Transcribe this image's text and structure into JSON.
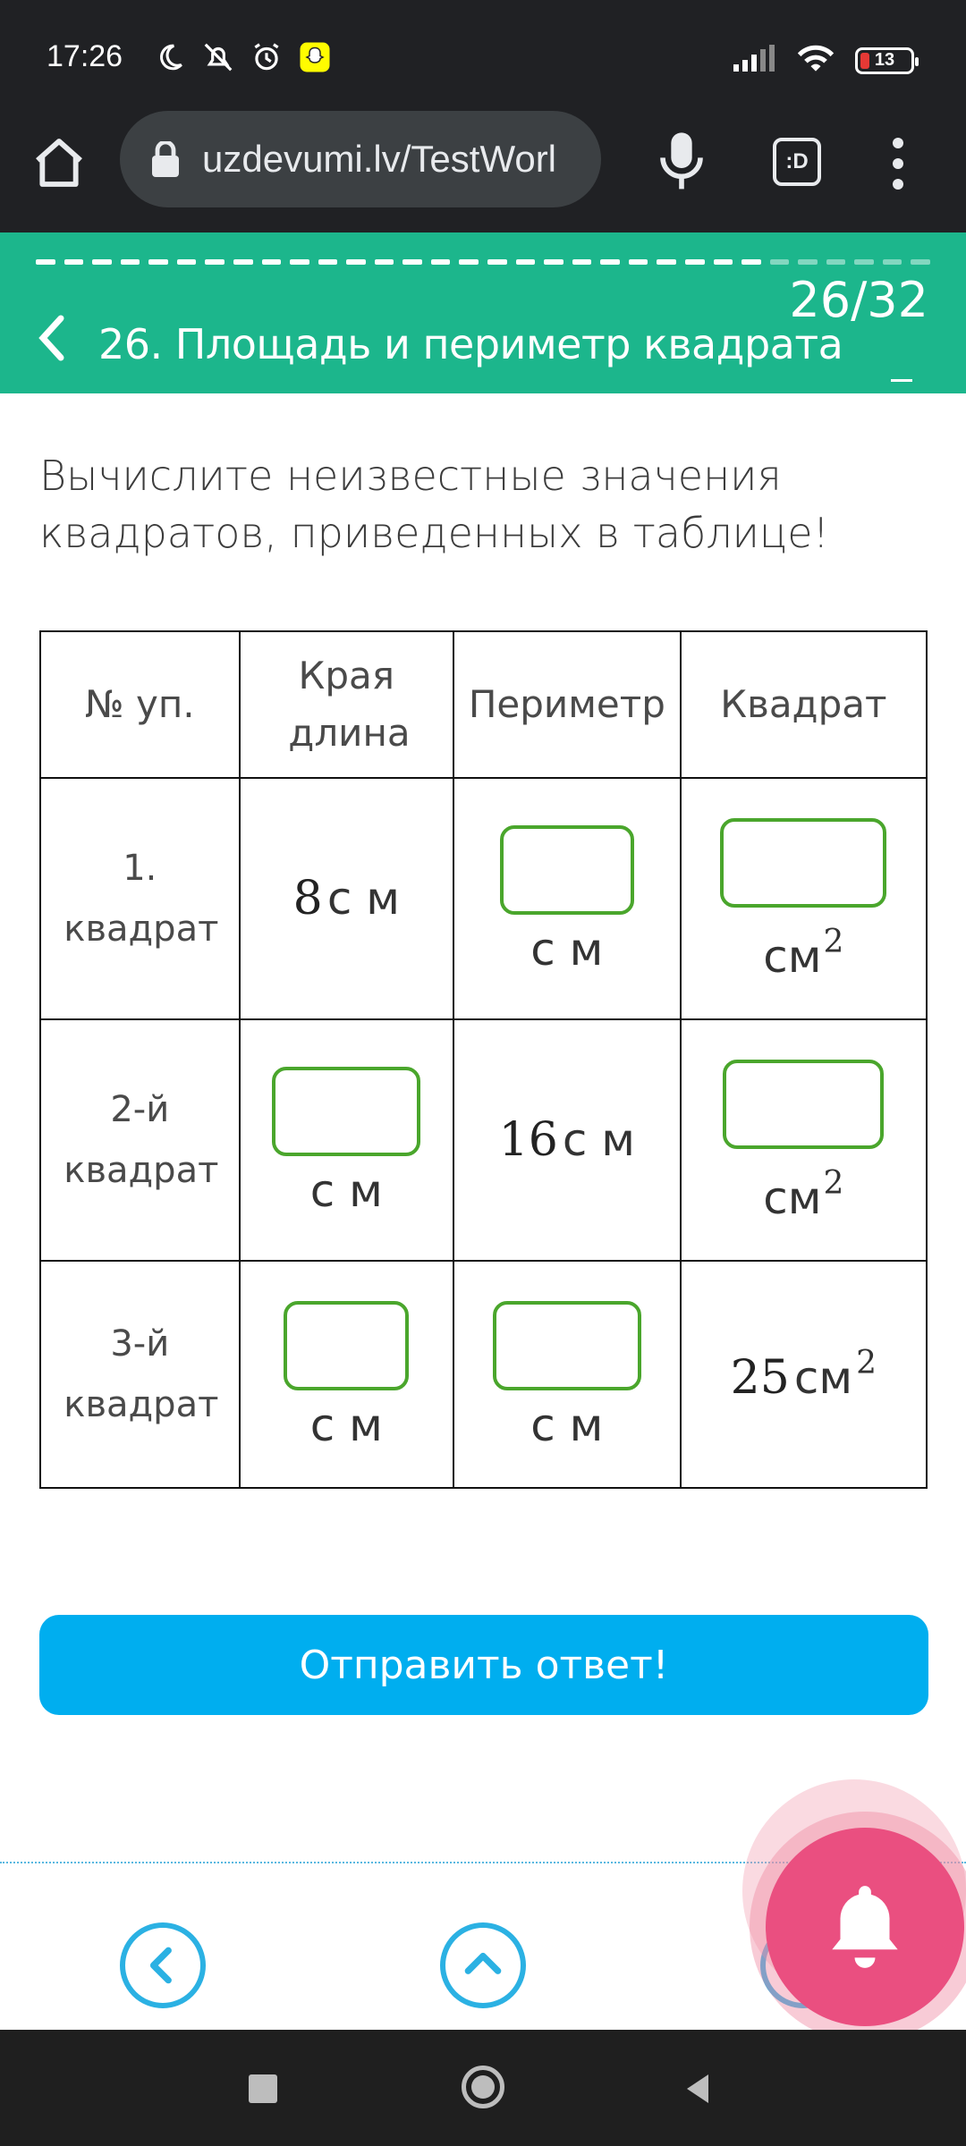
{
  "status_bar": {
    "time": "17:26",
    "battery": "13",
    "icons": [
      "moon-icon",
      "mute-icon",
      "alarm-icon",
      "snapchat-icon",
      "signal-icon",
      "wifi-icon",
      "battery-icon"
    ]
  },
  "browser": {
    "url": "uzdevumi.lv/TestWorl",
    "tabs_label": ":D"
  },
  "lesson": {
    "title": "26. Площадь и периметр квадрата",
    "counter": "26/32",
    "progress_current": 26,
    "progress_total": 32
  },
  "question": {
    "text": "Вычислите неизвестные значения квадратов, приведенных в таблице!"
  },
  "table": {
    "headers": [
      "№ уп.",
      "Края длина",
      "Периметр",
      "Квадрат"
    ],
    "rows": [
      {
        "label": "1. квадрат",
        "edge_value": "8",
        "edge_unit": "с м",
        "perimeter_unit": "с м",
        "area_unit": "см",
        "area_exp": "2"
      },
      {
        "label": "2-й квадрат",
        "edge_unit": "с м",
        "perimeter_value": "16",
        "perimeter_unit": "с м",
        "area_unit": "см",
        "area_exp": "2"
      },
      {
        "label": "3-й квадрат",
        "edge_unit": "с м",
        "perimeter_unit": "с м",
        "area_value": "25",
        "area_unit": "см",
        "area_exp": "2"
      }
    ]
  },
  "submit": {
    "label": "Отправить ответ!"
  },
  "colors": {
    "header_bg": "#1cb68c",
    "submit_bg": "#00aeef",
    "input_border": "#4aa62c",
    "nav_accent": "#2bb1e3",
    "bell_bg": "#ea4f80"
  }
}
